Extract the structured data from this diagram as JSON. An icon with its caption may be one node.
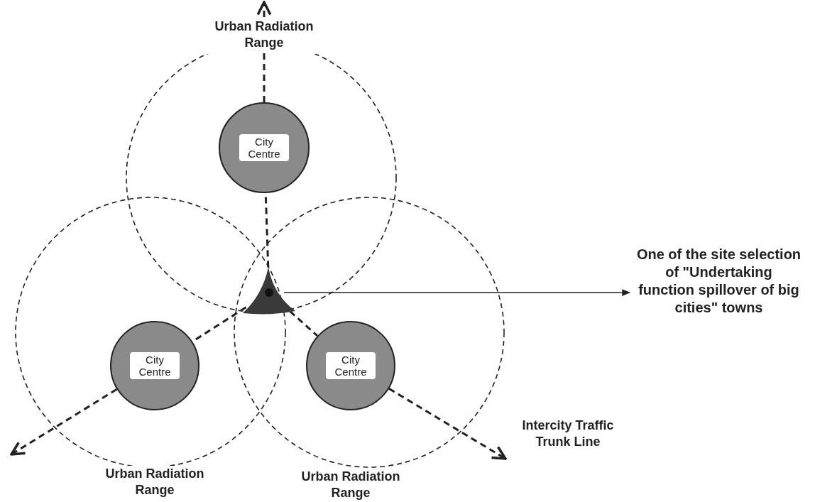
{
  "diagram": {
    "nodes": [
      {
        "text": [
          "City Centre"
        ]
      },
      {
        "text": [
          "City Centre"
        ]
      },
      {
        "text": [
          "City Centre"
        ]
      },
      {
        "text": [],
        "shape": "triangle"
      },
      {
        "text": [
          "One of the site selection of \"Undertaking function spillover of big cities\" towns"
        ]
      },
      {
        "text": [
          "Urban Radiation Range"
        ]
      },
      {
        "text": [
          "Intercity Traffic Trunk Line"
        ]
      },
      {
        "text": [
          "Urban Radiation Range"
        ]
      },
      {
        "text": [
          "Urban Radiation Range"
        ]
      }
    ],
    "edges": [
      {
        "from": 0,
        "to": 5,
        "arrow": "none",
        "style": "dashed"
      },
      {
        "from": 5,
        "to": null,
        "arrow": "to",
        "style": "dashed"
      },
      {
        "from": 1,
        "to": null,
        "arrow": "to",
        "style": "dashed"
      },
      {
        "from": 2,
        "to": 6,
        "arrow": "to",
        "style": "dashed"
      },
      {
        "from": 3,
        "to": 0,
        "arrow": "none",
        "style": "dashed"
      },
      {
        "from": 3,
        "to": 1,
        "arrow": "none",
        "style": "dashed"
      },
      {
        "from": 3,
        "to": 2,
        "arrow": "none",
        "style": "dashed"
      },
      {
        "from": 3,
        "to": 4,
        "arrow": "to"
      }
    ]
  }
}
